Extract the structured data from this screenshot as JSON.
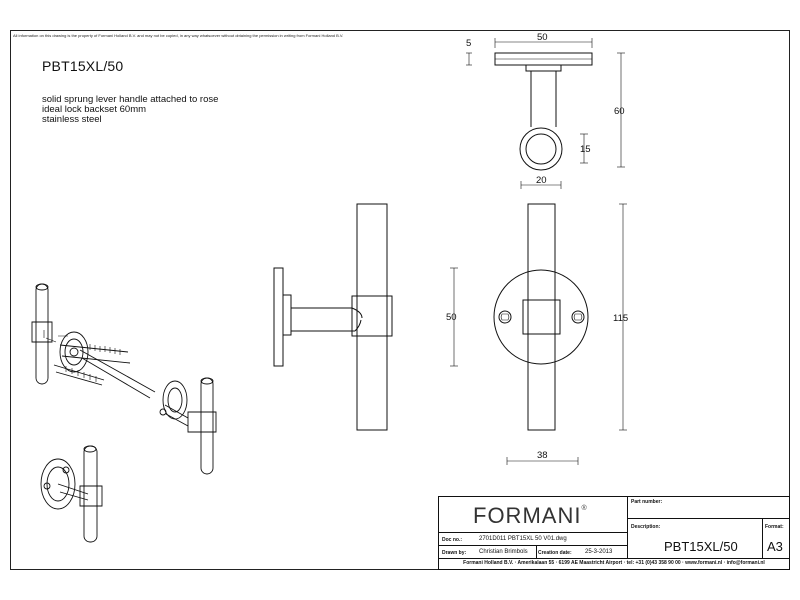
{
  "disclaimer": "All information on this drawing is the property of Formani Holland B.V. and may not be copied, in any way whatsoever without obtaining the permission in writing from Formani Holland B.V.",
  "title": "PBT15XL/50",
  "description": [
    "solid sprung lever handle attached to rose",
    "ideal lock backset 60mm",
    "stainless steel"
  ],
  "dimensions": {
    "rose_thickness": "5",
    "rose_width_top": "50",
    "projection": "60",
    "grip_diameter": "15",
    "grip_width": "20",
    "rose_diameter_side": "50",
    "handle_length": "115",
    "rose_width_front": "38"
  },
  "title_block": {
    "brand": "FORMANI",
    "brand_mark": "®",
    "part_number_label": "Part number:",
    "description_label": "Description:",
    "format_label": "Format:",
    "part_description": "PBT15XL/50",
    "format": "A3",
    "doc_no_label": "Doc no.:",
    "doc_no": "2701D011 PBT15XL 50 V01.dwg",
    "drawn_by_label": "Drawn by:",
    "drawn_by": "Christian Brimbols",
    "creation_date_label": "Creation date:",
    "creation_date": "25-3-2013",
    "footer": "Formani Holland B.V. · Amerikalaan 55 · 6199 AE Maastricht Airport · tel: +31 (0)43 358 90 00 · www.formani.nl · info@formani.nl"
  }
}
